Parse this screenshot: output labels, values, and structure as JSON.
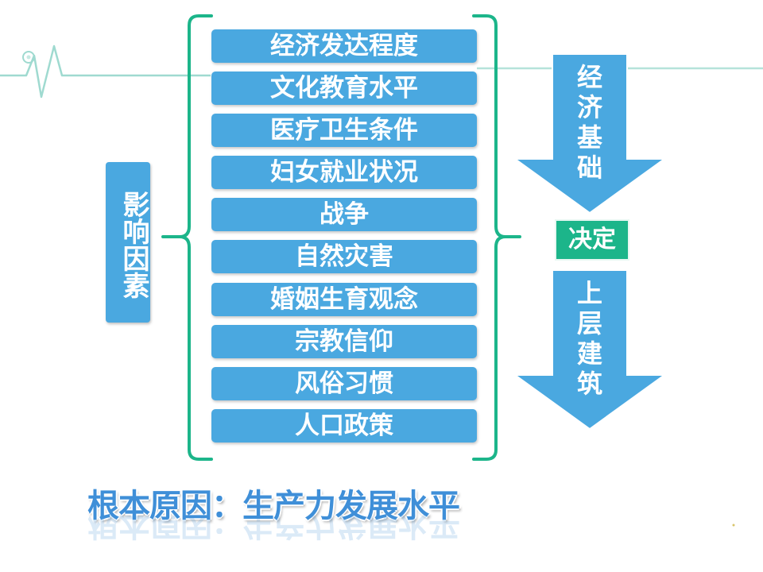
{
  "factor_label": "影响因素",
  "factors": [
    "经济发达程度",
    "文化教育水平",
    "医疗卫生条件",
    "妇女就业状况",
    "战争",
    "自然灾害",
    "婚姻生育观念",
    "宗教信仰",
    "风俗习惯",
    "人口政策"
  ],
  "economic_base": "经济基础",
  "decides": "决定",
  "superstructure": "上层建筑",
  "root_cause": "根本原因：生产力发展水平",
  "colors": {
    "box_blue": "#4aa8e0",
    "bracket_green": "#1cb58a",
    "decide_green": "#1cb58a",
    "line_teal": "#9fdad0",
    "root_text": "#3f8fd8"
  }
}
